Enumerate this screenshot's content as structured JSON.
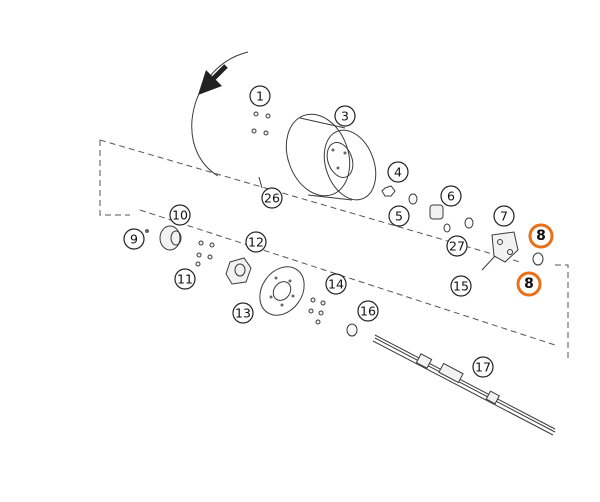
{
  "diagram": {
    "highlight_color": "#e8701a",
    "callouts": [
      "1",
      "3",
      "4",
      "5",
      "6",
      "7",
      "8",
      "8",
      "9",
      "10",
      "11",
      "12",
      "13",
      "14",
      "15",
      "16",
      "17",
      "26",
      "27"
    ]
  }
}
